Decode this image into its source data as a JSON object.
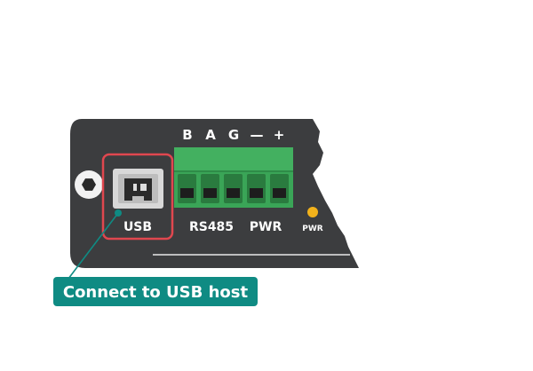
{
  "terminal_labels": [
    "B",
    "A",
    "G",
    "—",
    "+"
  ],
  "port_labels": {
    "usb": "USB",
    "rs485": "RS485",
    "pwr": "PWR",
    "pwr_led": "PWR"
  },
  "callout": {
    "text": "Connect to USB host",
    "color": "#0f8b83"
  },
  "colors": {
    "panel": "#3c3d3f",
    "terminal_block": "#3aa557",
    "highlight": "#e0474f",
    "led": "#f2b21b"
  }
}
